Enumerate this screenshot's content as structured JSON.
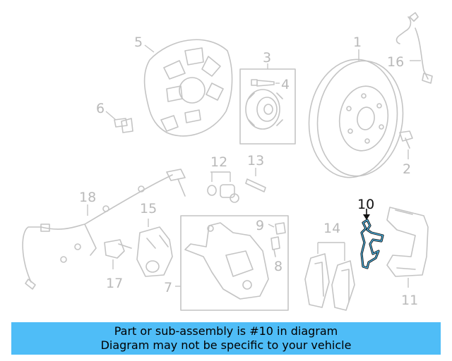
{
  "callouts": {
    "n1": "1",
    "n2": "2",
    "n3": "3",
    "n4": "4",
    "n5": "5",
    "n6": "6",
    "n7": "7",
    "n8": "8",
    "n9": "9",
    "n10": "10",
    "n11": "11",
    "n12": "12",
    "n13": "13",
    "n14": "14",
    "n15": "15",
    "n16": "16",
    "n17": "17",
    "n18": "18"
  },
  "highlight_color": "#4fbdf7",
  "banner": {
    "line1": "Part or sub-assembly is #10 in diagram",
    "line2": "Diagram may not be specific to your vehicle"
  }
}
